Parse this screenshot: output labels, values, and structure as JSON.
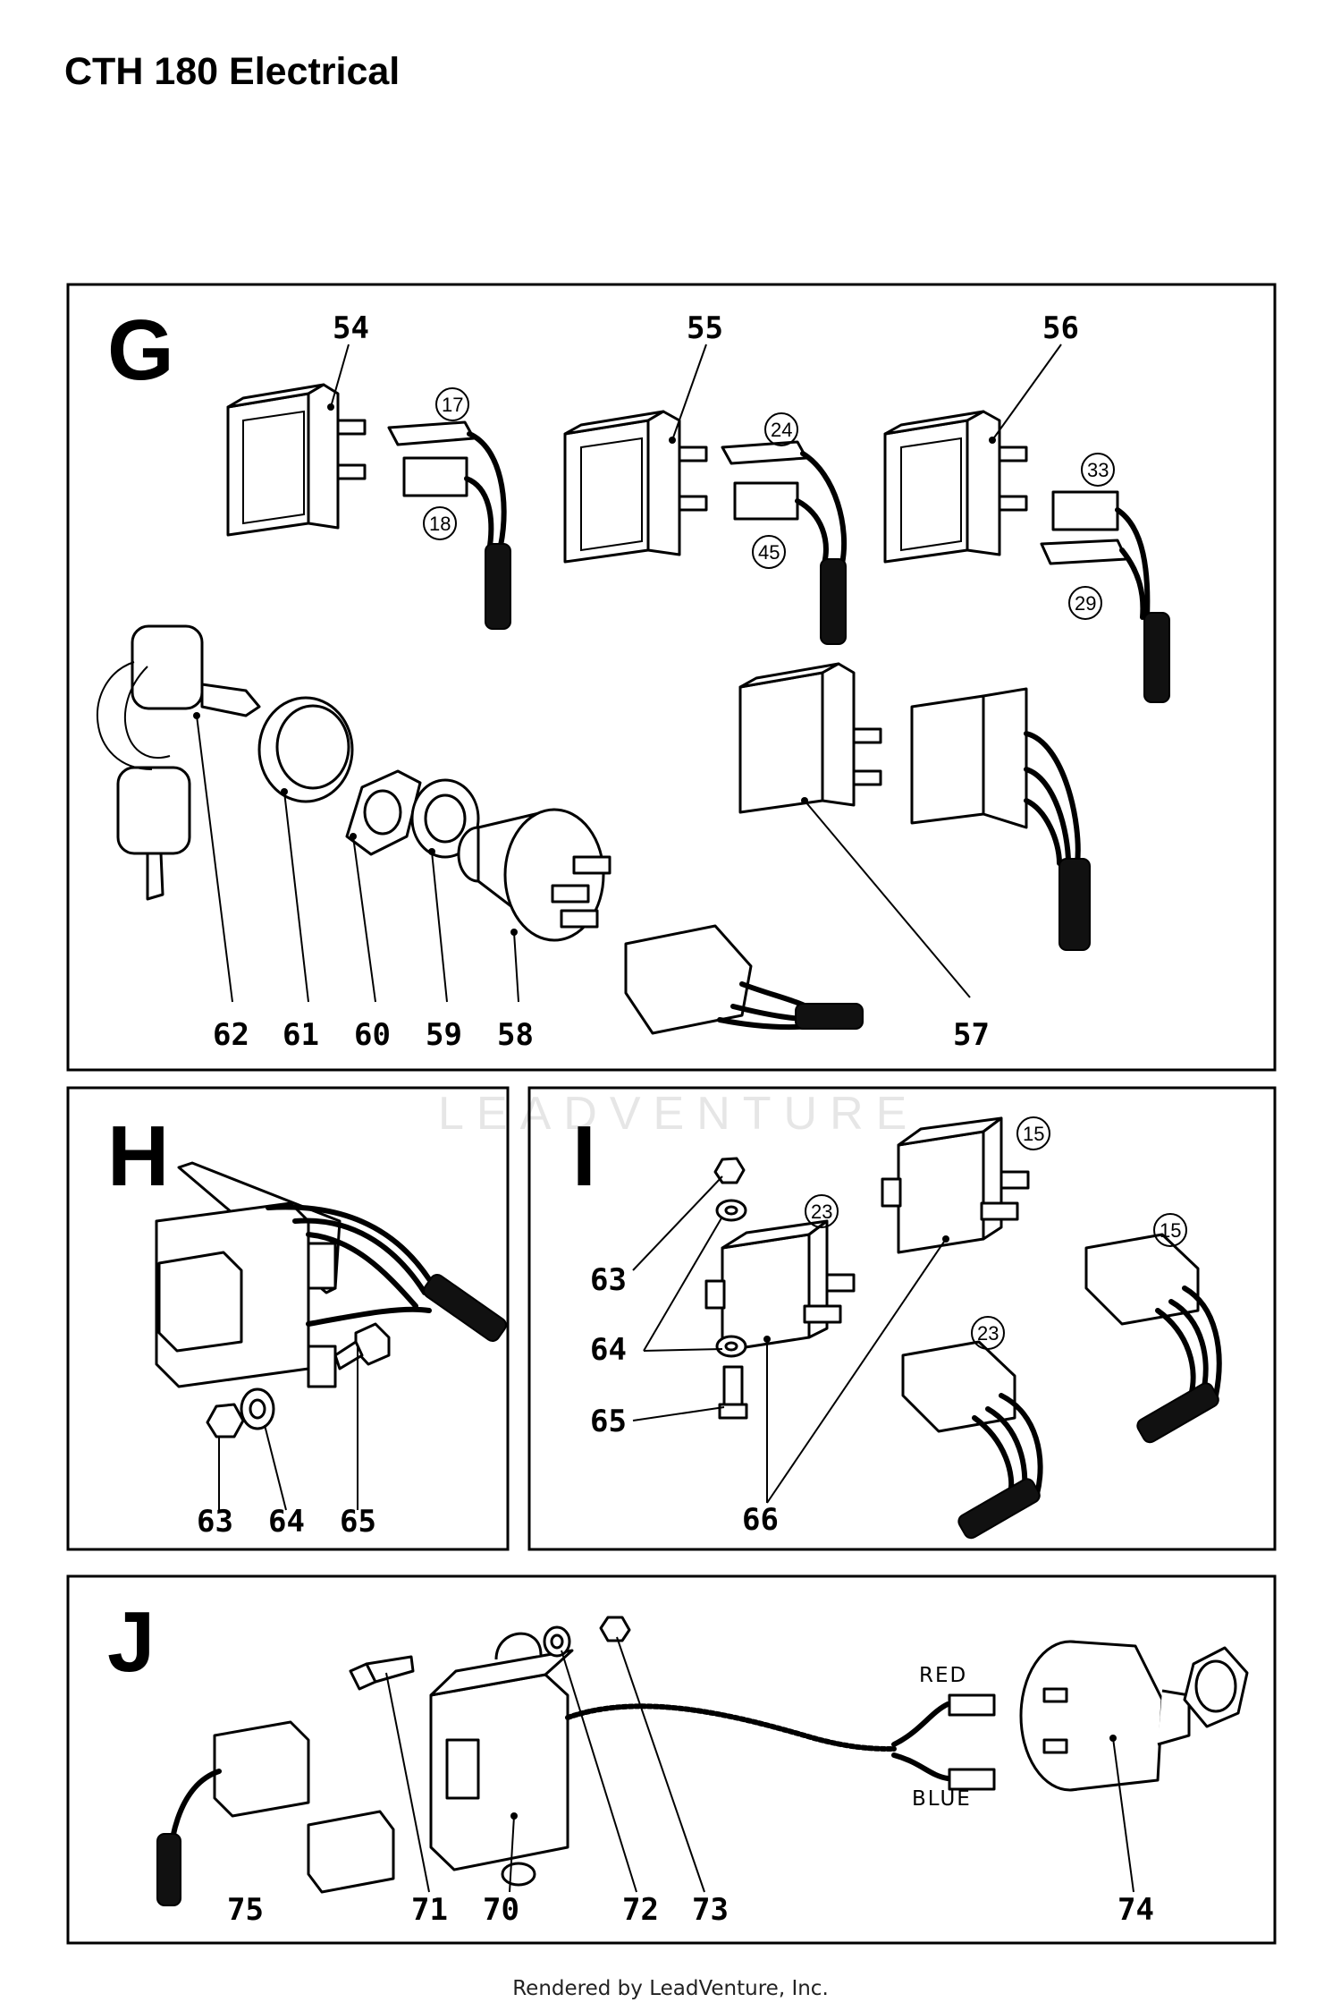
{
  "title": "CTH 180 Electrical",
  "footer": "Rendered by LeadVenture, Inc.",
  "watermark": "LEADVENTURE",
  "sections": {
    "G": {
      "letter": "G",
      "callouts": [
        "54",
        "55",
        "56",
        "57",
        "58",
        "59",
        "60",
        "61",
        "62"
      ],
      "circled": [
        "17",
        "18",
        "24",
        "45",
        "33",
        "29"
      ]
    },
    "H": {
      "letter": "H",
      "callouts": [
        "63",
        "64",
        "65"
      ]
    },
    "I": {
      "letter": "I",
      "callouts": [
        "63",
        "64",
        "65",
        "66"
      ],
      "circled": [
        "15",
        "23",
        "23",
        "15"
      ]
    },
    "J": {
      "letter": "J",
      "callouts": [
        "71",
        "70",
        "72",
        "73",
        "74",
        "75"
      ],
      "wire_labels": [
        "RED",
        "BLUE"
      ]
    }
  }
}
